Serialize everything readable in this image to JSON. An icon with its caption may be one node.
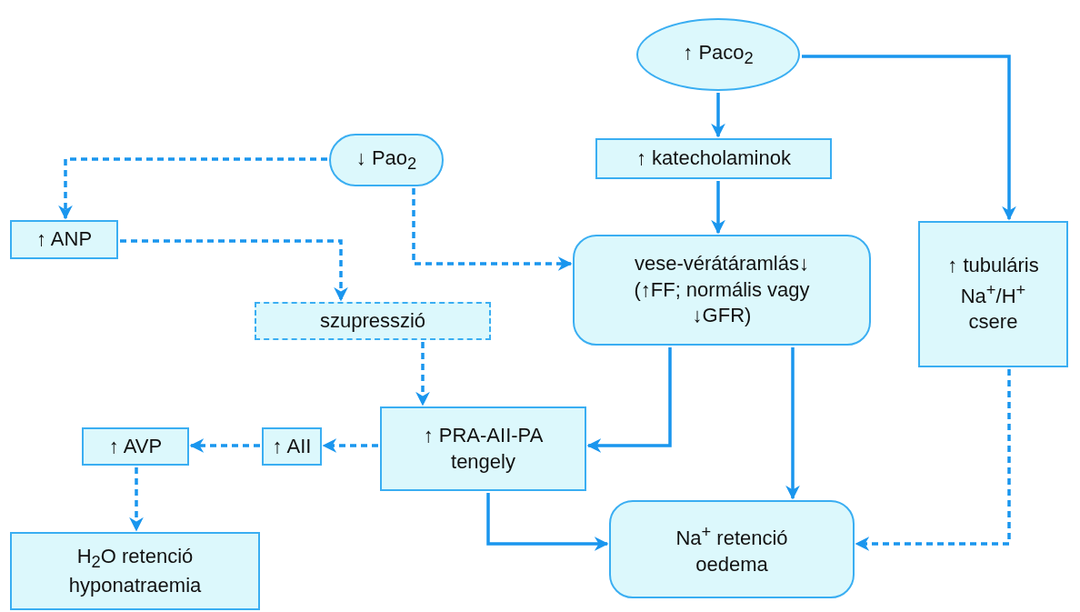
{
  "diagram": {
    "nodes": [
      {
        "text": [
          "↑ Paco$_{2}$"
        ]
      },
      {
        "text": [
          "↓ Pao$_{2}$"
        ]
      },
      {
        "text": [
          "↑ katecholaminok"
        ]
      },
      {
        "text": [
          "↑ ANP"
        ]
      },
      {
        "text": [
          "vese-vérátáramlás↓ (↑FF; normális vagy ↓GFR)"
        ]
      },
      {
        "text": [
          "↑ tubuláris Na$^{+}$/H$^{+}$ csere"
        ]
      },
      {
        "text": [
          "szupresszió"
        ]
      },
      {
        "text": [
          "↑ PRA-AII-PA tengely"
        ]
      },
      {
        "text": [
          "↑ AVP"
        ]
      },
      {
        "text": [
          "↑ AII"
        ]
      },
      {
        "text": [
          "Na$^{+}$ retenció oedema"
        ]
      },
      {
        "text": [
          "H$_{2}$O retenció hyponatraemia"
        ]
      }
    ],
    "edges": [
      {
        "from": 0,
        "to": 2,
        "arrow": "to"
      },
      {
        "from": 0,
        "to": 5,
        "arrow": "to"
      },
      {
        "from": 2,
        "to": 4,
        "arrow": "to"
      },
      {
        "from": 1,
        "to": 3,
        "arrow": "to",
        "style": "dashed"
      },
      {
        "from": 1,
        "to": 4,
        "arrow": "to",
        "style": "dashed"
      },
      {
        "from": 3,
        "to": 6,
        "arrow": "to",
        "style": "dashed"
      },
      {
        "from": 6,
        "to": 7,
        "arrow": "to",
        "style": "dashed"
      },
      {
        "from": 4,
        "to": 7,
        "arrow": "to"
      },
      {
        "from": 4,
        "to": 10,
        "arrow": "to"
      },
      {
        "from": 5,
        "to": 10,
        "arrow": "to",
        "style": "dashed"
      },
      {
        "from": 7,
        "to": 10,
        "arrow": "to"
      },
      {
        "from": 7,
        "to": 9,
        "arrow": "to",
        "style": "dashed"
      },
      {
        "from": 9,
        "to": 8,
        "arrow": "to",
        "style": "dashed"
      },
      {
        "from": 8,
        "to": 11,
        "arrow": "to",
        "style": "dashed"
      }
    ]
  }
}
